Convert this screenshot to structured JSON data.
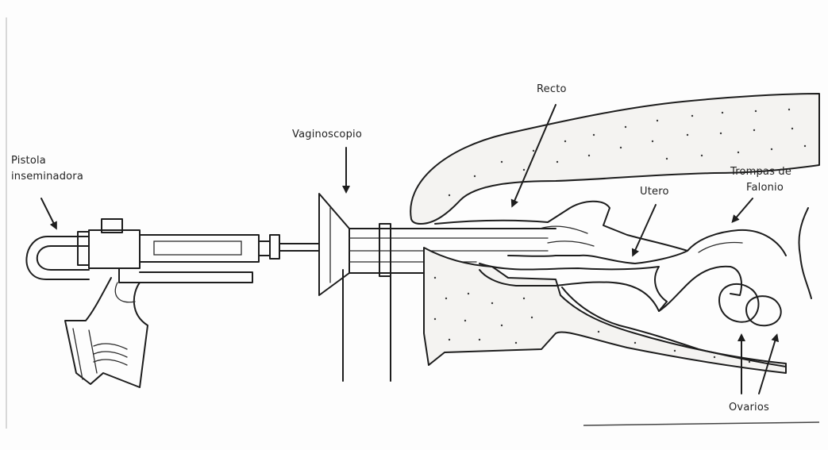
{
  "labels": {
    "pistola_line1": "Pistola",
    "pistola_line2": "inseminadora",
    "vaginoscopio": "Vaginoscopio",
    "recto": "Recto",
    "utero": "Utero",
    "trompas_line1": "Trompas de",
    "trompas_line2": "Falonio",
    "ovarios": "Ovarios"
  }
}
